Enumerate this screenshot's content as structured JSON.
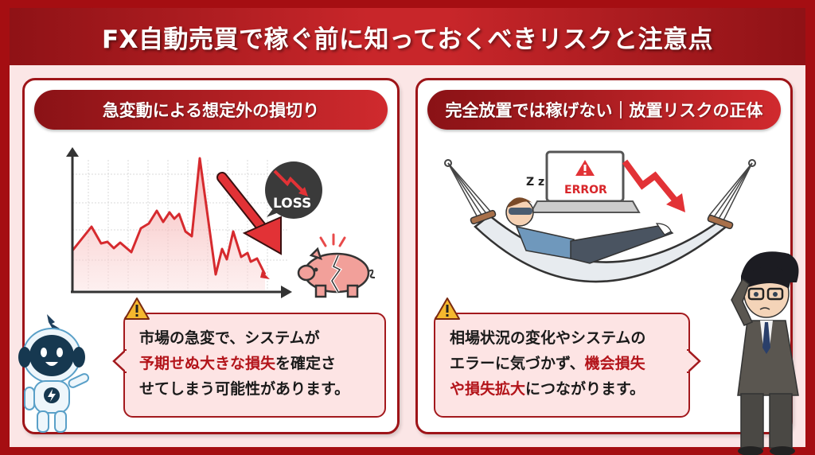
{
  "header": {
    "title": "FX自動売買で稼ぐ前に知っておくべきリスクと注意点"
  },
  "panels": [
    {
      "heading": "急変動による想定外の損切り",
      "illustration": {
        "chart_icon": "falling-line-chart",
        "badge_label": "LOSS",
        "badge_icon": "down-trend-arrow",
        "piggy_icon": "broken-piggy-bank"
      },
      "callout": {
        "line1": "市場の急変で、システムが",
        "line2_highlight": "予期せぬ大きな損失",
        "line2_rest": "を確定さ",
        "line3": "せてしまう可能性があります。"
      },
      "character": "robot-mascot"
    },
    {
      "heading": "完全放置では稼げない｜放置リスクの正体",
      "illustration": {
        "laptop_label": "ERROR",
        "sleep_label": "Z z",
        "scene": "man-sleeping-in-hammock",
        "trend_icon": "down-trend-arrow"
      },
      "callout": {
        "line1": "相場状況の変化やシステムの",
        "line2_rest": "エラーに気づかず、",
        "line2_highlight": "機会損失",
        "line3_highlight": "や損失拡大",
        "line3_rest": "につながります。"
      },
      "character": "worried-businessman"
    }
  ],
  "colors": {
    "brand_red": "#a50e12",
    "accent_red": "#d02a2e",
    "highlight_text": "#b3141a",
    "callout_bg": "#fde4e4",
    "page_bg": "#fbe6e6",
    "warning_yellow": "#f5b82e"
  }
}
